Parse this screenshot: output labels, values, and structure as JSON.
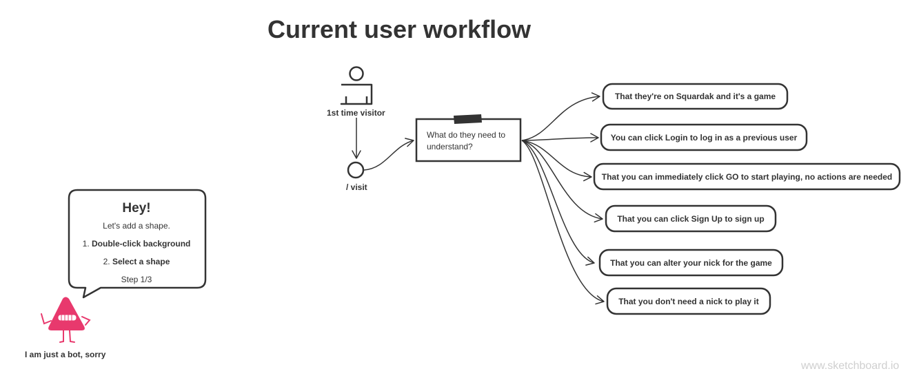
{
  "diagram": {
    "title": "Current user workflow",
    "actor_label": "1st time visitor",
    "visit_label": "/ visit",
    "question": "What do they need to understand?",
    "question_lines": [
      "What do they need to",
      "understand?"
    ],
    "answers": [
      "That they're on Squardak and it's a game",
      "You can click Login to log in as a previous user",
      "That you can immediately click GO to start playing, no actions are needed",
      "That you can click Sign Up to sign up",
      "That you can alter your nick for the game",
      "That you don't need a nick to play it"
    ]
  },
  "helper": {
    "heading": "Hey!",
    "intro": "Let's add a shape.",
    "step1_number": "1.",
    "step1_text": "Double-click background",
    "step2_number": "2.",
    "step2_text": "Select a shape",
    "counter": "Step 1/3",
    "bot_caption": "I am just a bot, sorry",
    "bot_color": "#e8396d"
  },
  "watermark": "www.sketchboard.io",
  "colors": {
    "stroke": "#333333",
    "tape": "#333333",
    "watermark": "#cfcfcf"
  }
}
